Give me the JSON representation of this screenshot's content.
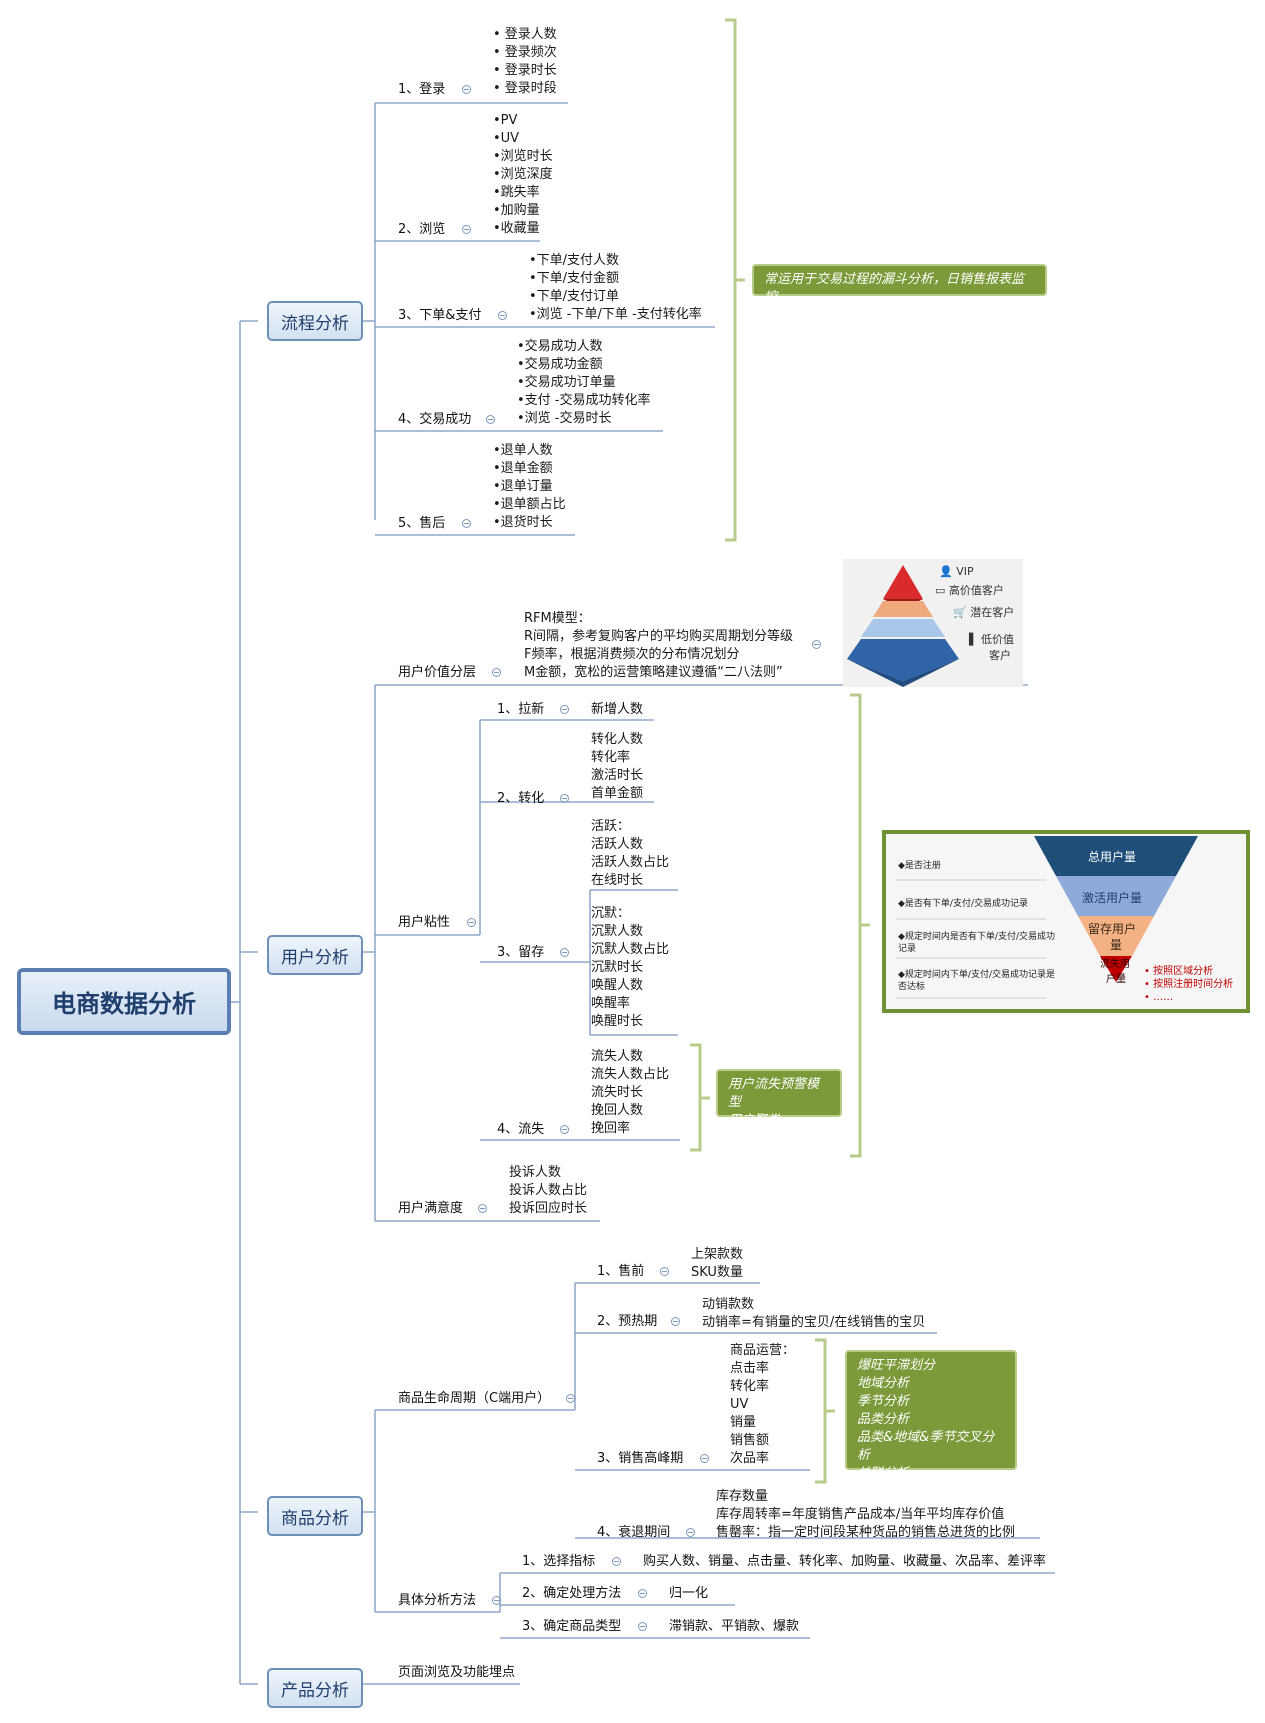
{
  "root": "电商数据分析",
  "branches": {
    "flow": {
      "label": "流程分析",
      "items": [
        {
          "label": "1、登录",
          "points": [
            "• 登录人数",
            "• 登录频次",
            "• 登录时长",
            "• 登录时段"
          ]
        },
        {
          "label": "2、浏览",
          "points": [
            "•PV",
            "•UV",
            "•浏览时长",
            "•浏览深度",
            "•跳失率",
            "•加购量",
            "•收藏量"
          ]
        },
        {
          "label": "3、下单&支付",
          "points": [
            "•下单/支付人数",
            "•下单/支付金额",
            "•下单/支付订单",
            "•浏览 -下单/下单 -支付转化率"
          ]
        },
        {
          "label": "4、交易成功",
          "points": [
            "•交易成功人数",
            "•交易成功金额",
            "•交易成功订单量",
            "•支付 -交易成功转化率",
            "•浏览 -交易时长"
          ]
        },
        {
          "label": "5、售后",
          "points": [
            "•退单人数",
            "•退单金额",
            "•退单订量",
            "•退单额占比",
            "•退货时长"
          ]
        }
      ],
      "note": "常运用于交易过程的漏斗分析，日销售报表监控"
    },
    "user": {
      "label": "用户分析",
      "value_tier": {
        "label": "用户价值分层",
        "lines": [
          "RFM模型：",
          "R间隔，参考复购客户的平均购买周期划分等级",
          "F频率，根据消费频次的分布情况划分",
          "M金额，宽松的运营策略建议遵循“二八法则”"
        ],
        "pyramid_labels": [
          "VIP",
          "高价值客户",
          "潜在客户",
          "低价值",
          "客户"
        ]
      },
      "stickiness": {
        "label": "用户粘性",
        "acquire": {
          "label": "1、拉新",
          "points": [
            "新增人数"
          ]
        },
        "convert": {
          "label": "2、转化",
          "points": [
            "转化人数",
            "转化率",
            "激活时长",
            "首单金额"
          ]
        },
        "retain": {
          "label": "3、留存",
          "active": [
            "活跃：",
            "活跃人数",
            "活跃人数占比",
            "在线时长"
          ],
          "silent": [
            "沉默：",
            "沉默人数",
            "沉默人数占比",
            "沉默时长",
            "唤醒人数",
            "唤醒率",
            "唤醒时长"
          ]
        },
        "churn": {
          "label": "4、流失",
          "points": [
            "流失人数",
            "流失人数占比",
            "流失时长",
            "挽回人数",
            "挽回率"
          ]
        },
        "churn_note": [
          "用户流失预警模型",
          "用户聚类"
        ],
        "funnel": {
          "levels": [
            "总用户量",
            "激活用户量",
            "留存用户",
            "量",
            "流失用",
            "户量"
          ],
          "conditions": [
            "◆是否注册",
            "◆是否有下单/支付/交易成功记录",
            "◆规定时间内是否有下单/支付/交易成功记录",
            "◆规定时间内下单/支付/交易成功记录是否达标"
          ],
          "red_notes": [
            "按照区域分析",
            "按照注册时间分析",
            "……"
          ]
        }
      },
      "satisfaction": {
        "label": "用户满意度",
        "points": [
          "投诉人数",
          "投诉人数占比",
          "投诉回应时长"
        ]
      }
    },
    "goods": {
      "label": "商品分析",
      "lifecycle": {
        "label": "商品生命周期（C端用户）",
        "presale": {
          "label": "1、售前",
          "points": [
            "上架款数",
            "SKU数量"
          ]
        },
        "warmup": {
          "label": "2、预热期",
          "points": [
            "动销款数",
            "动销率=有销量的宝贝/在线销售的宝贝"
          ]
        },
        "peak": {
          "label": "3、销售高峰期",
          "points": [
            "商品运营：",
            "点击率",
            "转化率",
            "UV",
            "销量",
            "销售额",
            "次品率"
          ]
        },
        "decline": {
          "label": "4、衰退期间",
          "points": [
            "库存数量",
            "库存周转率=年度销售产品成本/当年平均库存价值",
            "售罄率：指一定时间段某种货品的销售总进货的比例"
          ]
        },
        "note": [
          "爆旺平滞划分",
          "地域分析",
          "季节分析",
          "品类分析",
          "品类&地域&季节交叉分析",
          "关联分析"
        ]
      },
      "method": {
        "label": "具体分析方法",
        "steps": [
          {
            "label": "1、选择指标",
            "value": "购买人数、销量、点击量、转化率、加购量、收藏量、次品率、差评率"
          },
          {
            "label": "2、确定处理方法",
            "value": "归一化"
          },
          {
            "label": "3、确定商品类型",
            "value": "滞销款、平销款、爆款"
          }
        ]
      }
    },
    "product": {
      "label": "产品分析",
      "item": "页面浏览及功能埋点"
    }
  },
  "colors": {
    "line": "#7b98bd",
    "note_green": "#7c9a3a",
    "bracket": "#b7cc8a",
    "funnel_1": "#1f4e79",
    "funnel_2": "#8eaadb",
    "funnel_3": "#f4b183",
    "funnel_4": "#c00000"
  }
}
